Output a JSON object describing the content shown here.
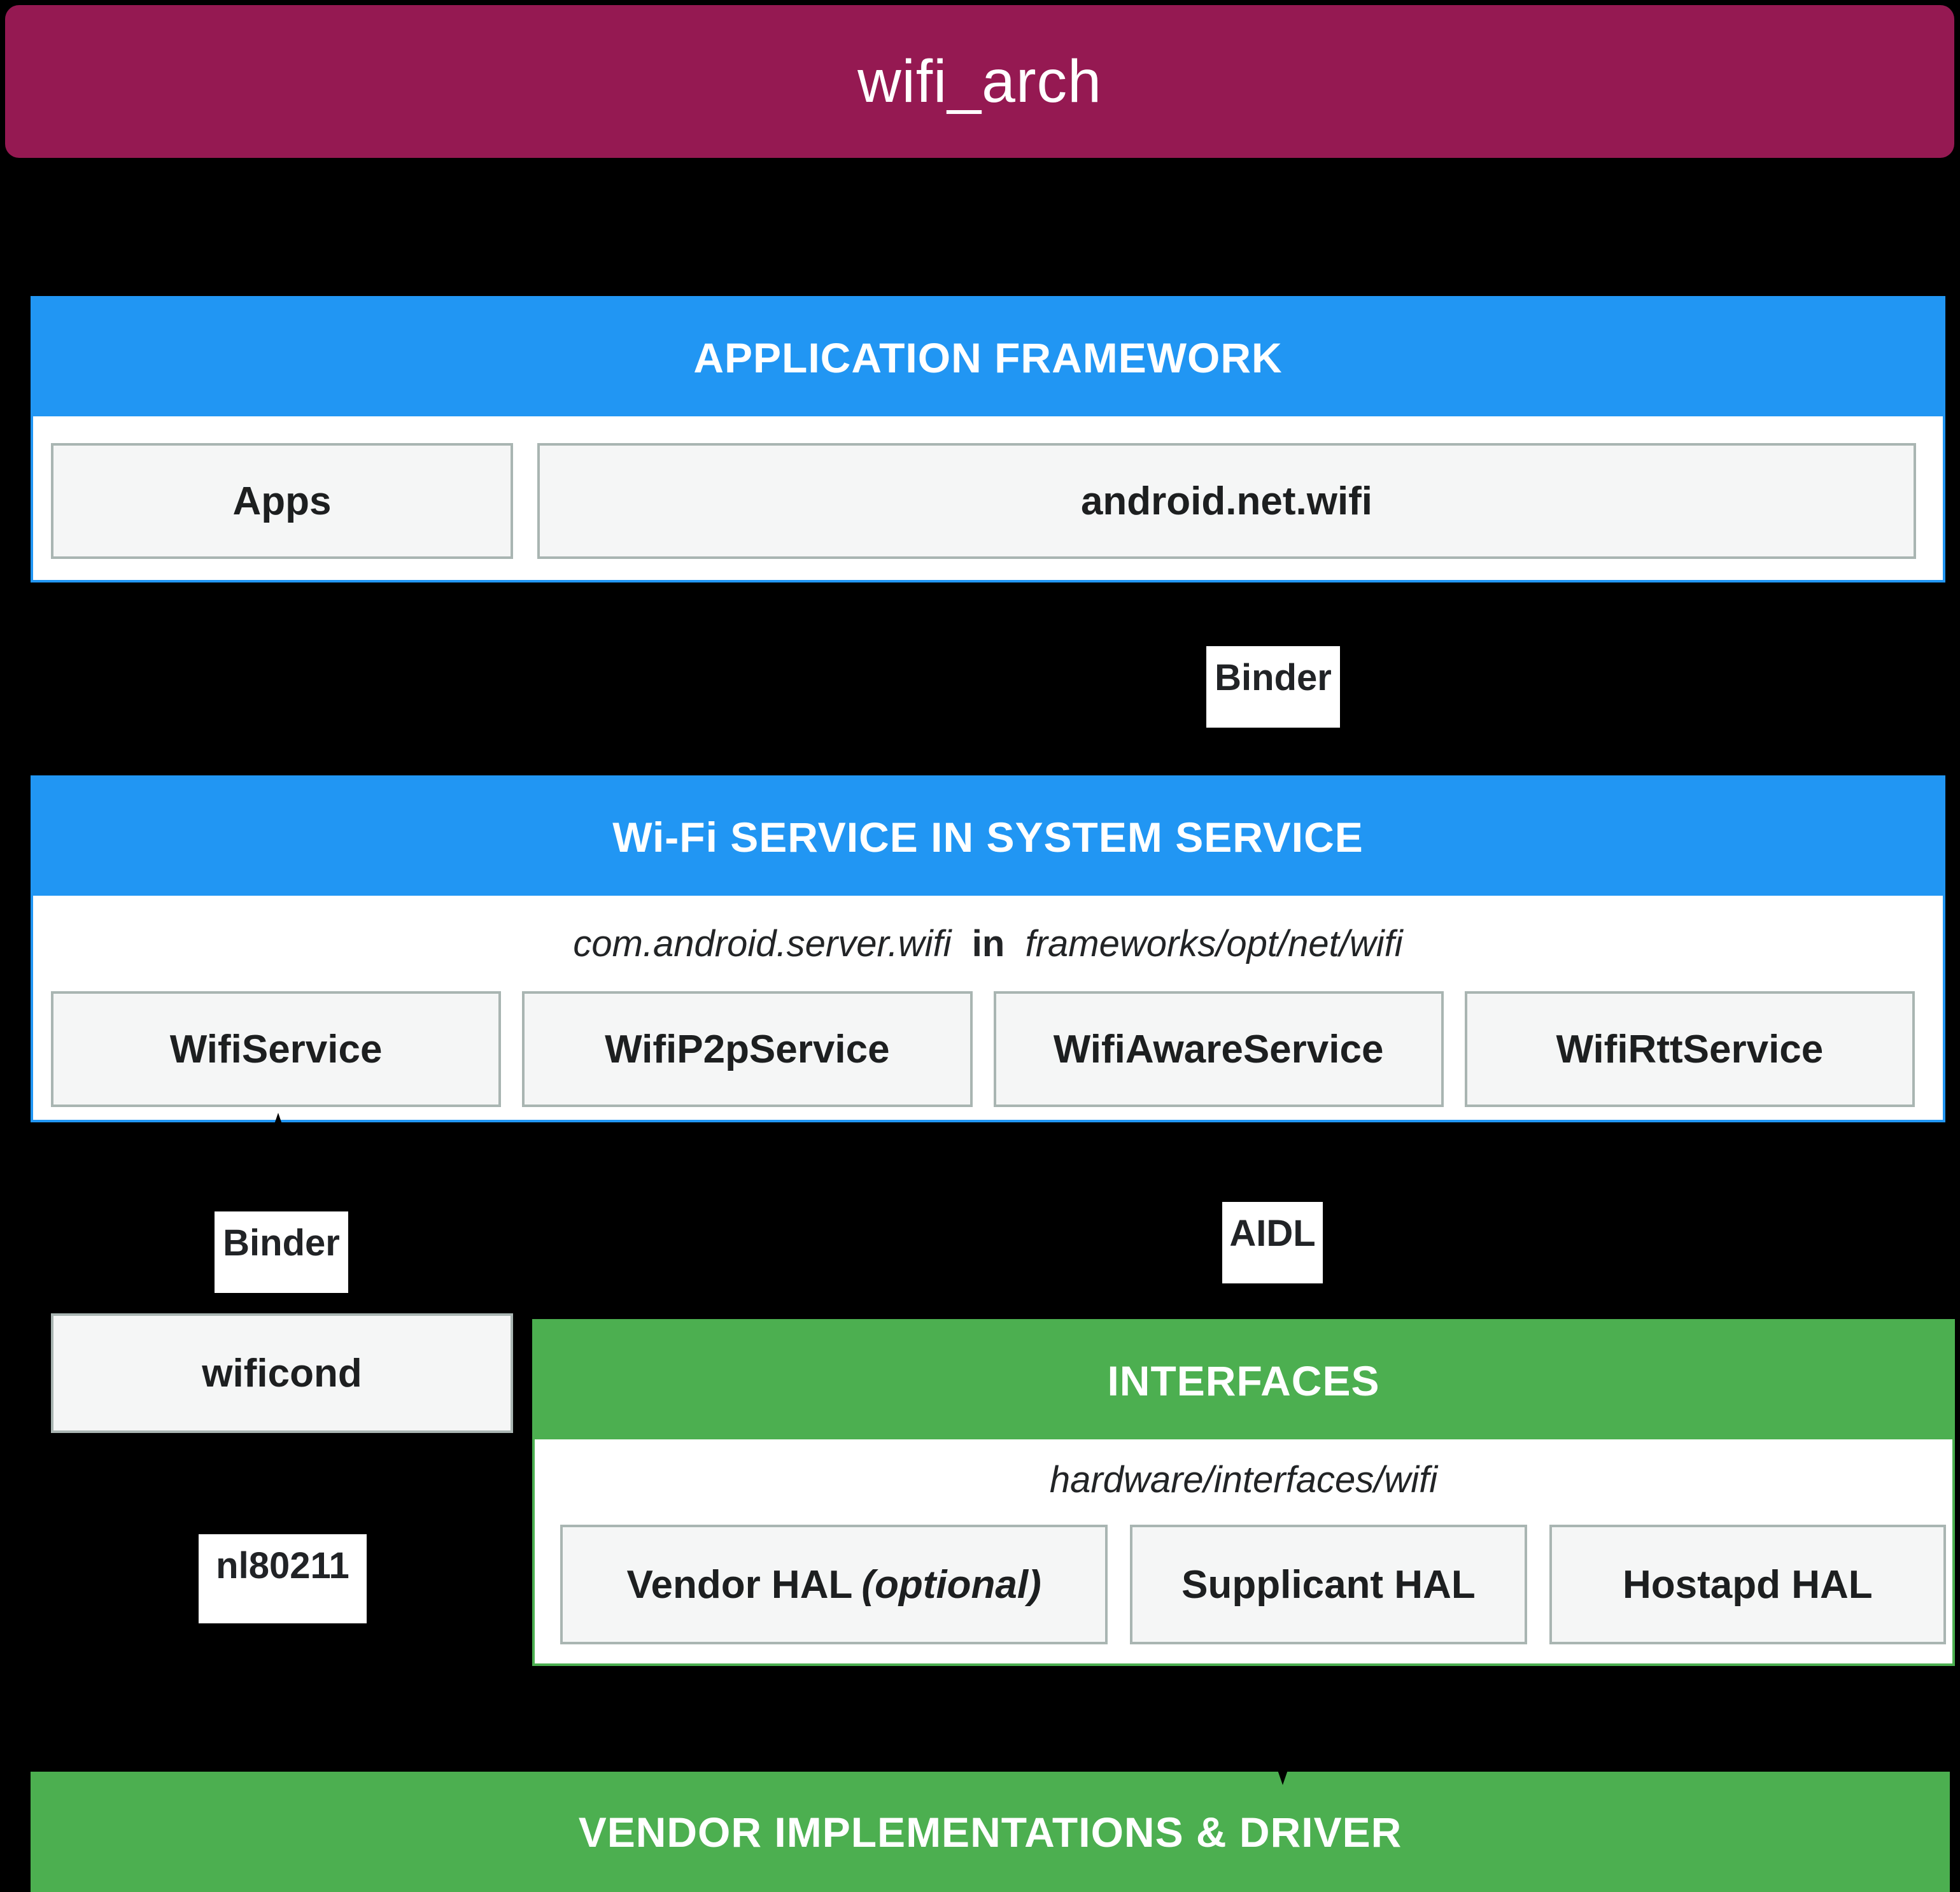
{
  "title": "wifi_arch",
  "colors": {
    "title_bar": "#951952",
    "framework_blue": "#2196F3",
    "interfaces_green": "#4CAF50",
    "node_box_bg": "#f5f6f6",
    "node_box_border": "#a9b5b2",
    "background": "#000000"
  },
  "application_framework": {
    "header": "APPLICATION FRAMEWORK",
    "boxes": [
      {
        "label": "Apps"
      },
      {
        "label": "android.net.wifi"
      }
    ]
  },
  "wifi_service": {
    "header": "Wi-Fi SERVICE IN SYSTEM SERVICE",
    "subtitle": {
      "package": "com.android.server.wifi",
      "connector": "in",
      "path": "frameworks/opt/net/wifi"
    },
    "boxes": [
      {
        "label": "WifiService"
      },
      {
        "label": "WifiP2pService"
      },
      {
        "label": "WifiAwareService"
      },
      {
        "label": "WifiRttService"
      }
    ]
  },
  "interfaces": {
    "header": "INTERFACES",
    "subtitle": "hardware/interfaces/wifi",
    "boxes": [
      {
        "label": "Vendor HAL",
        "suffix": "(optional)"
      },
      {
        "label": "Supplicant HAL"
      },
      {
        "label": "Hostapd HAL"
      }
    ]
  },
  "footer": {
    "header": "VENDOR IMPLEMENTATIONS & DRIVER"
  },
  "wificond_box": {
    "label": "wificond"
  },
  "connector_labels": {
    "binder_top": "Binder",
    "binder_left": "Binder",
    "aidl": "AIDL",
    "nl80211": "nl80211"
  }
}
